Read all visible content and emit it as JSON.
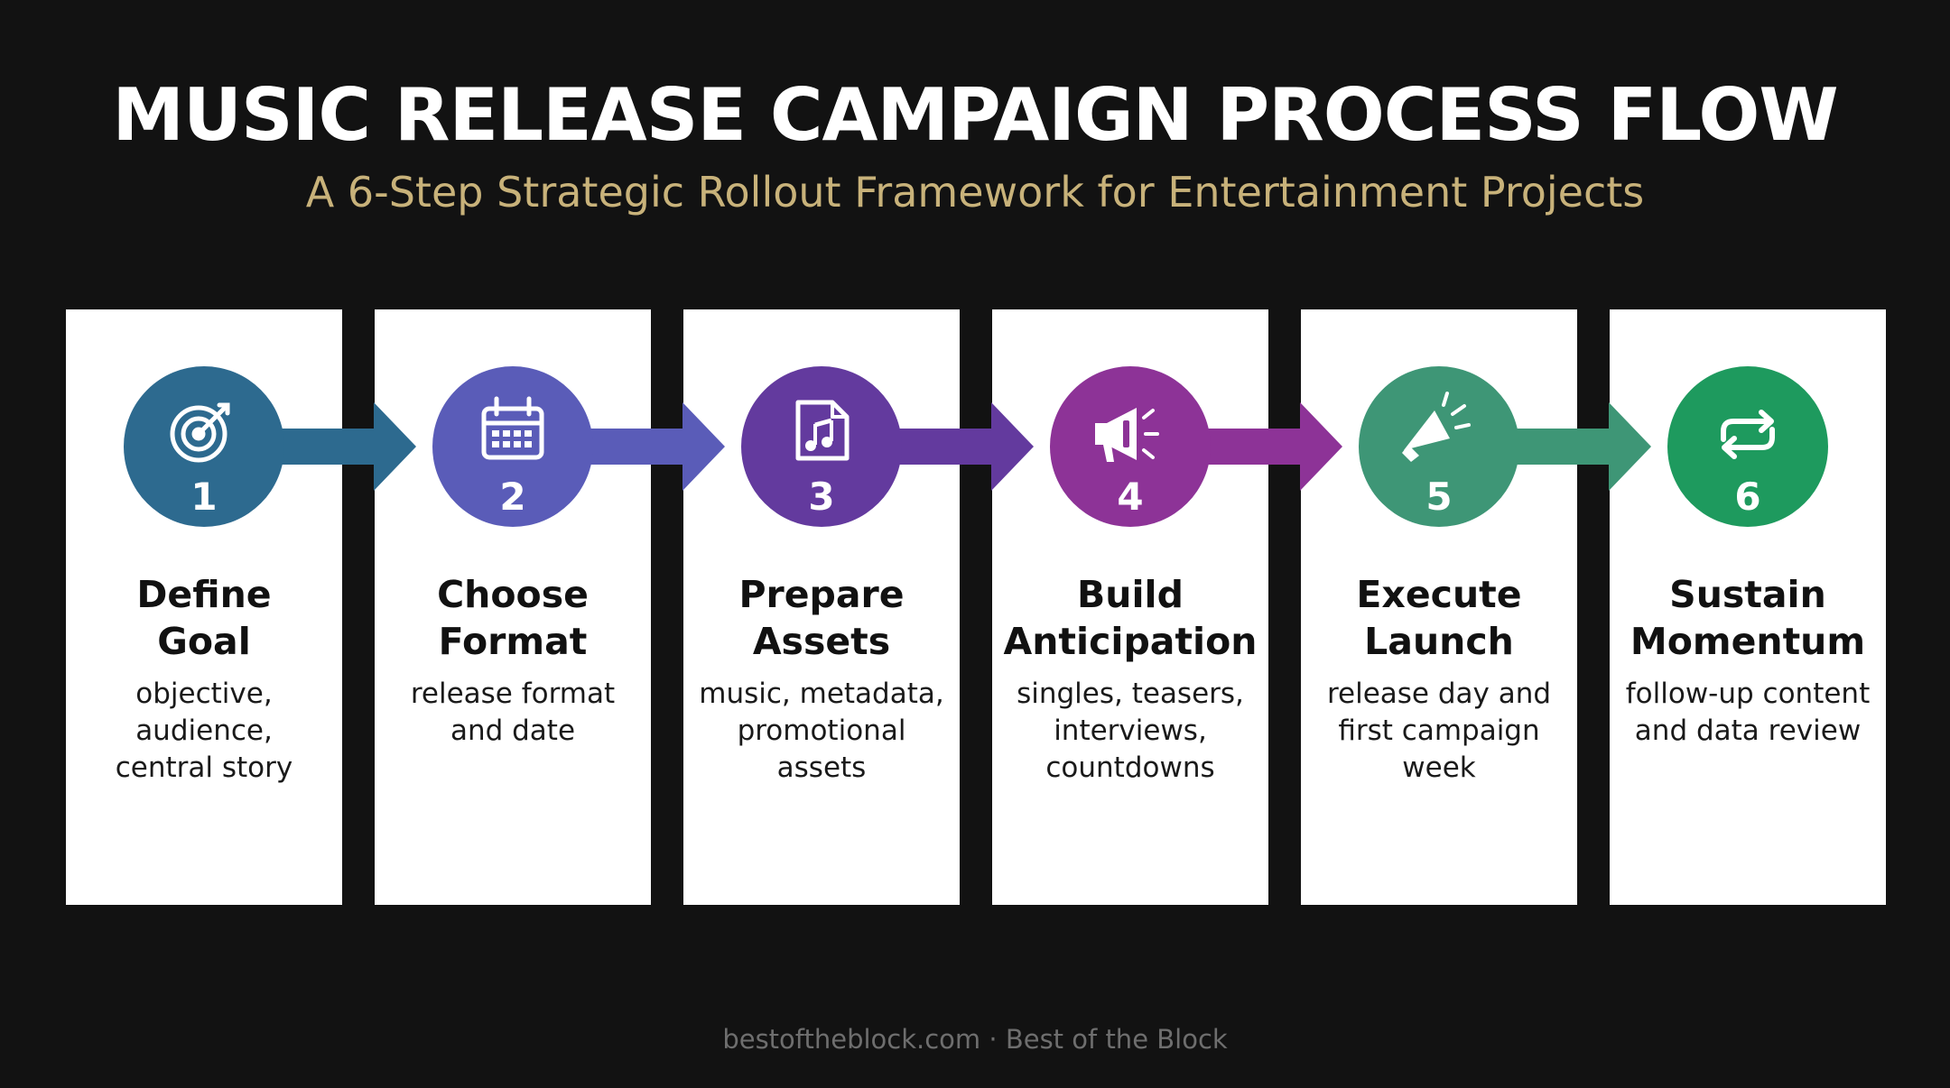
{
  "title": "MUSIC RELEASE CAMPAIGN PROCESS FLOW",
  "subtitle": "A 6-Step Strategic Rollout Framework for Entertainment Projects",
  "footer": "bestoftheblock.com · Best of the Block",
  "steps": [
    {
      "number": "1",
      "icon": "target-icon",
      "color": "#2d6a8f",
      "title": [
        "Define",
        "Goal"
      ],
      "desc": [
        "objective,",
        "audience,",
        "central story"
      ]
    },
    {
      "number": "2",
      "icon": "calendar-icon",
      "color": "#5a5cb8",
      "title": [
        "Choose",
        "Format"
      ],
      "desc": [
        "release format",
        "and date"
      ]
    },
    {
      "number": "3",
      "icon": "music-file-icon",
      "color": "#633a9e",
      "title": [
        "Prepare",
        "Assets"
      ],
      "desc": [
        "music, metadata,",
        "promotional",
        "assets"
      ]
    },
    {
      "number": "4",
      "icon": "megaphone-icon",
      "color": "#8d3397",
      "title": [
        "Build",
        "Anticipation"
      ],
      "desc": [
        "singles, teasers,",
        "interviews,",
        "countdowns"
      ]
    },
    {
      "number": "5",
      "icon": "launch-megaphone-icon",
      "color": "#3e9676",
      "title": [
        "Execute",
        "Launch"
      ],
      "desc": [
        "release day and",
        "first campaign",
        "week"
      ]
    },
    {
      "number": "6",
      "icon": "repeat-icon",
      "color": "#1e9a5e",
      "title": [
        "Sustain",
        "Momentum"
      ],
      "desc": [
        "follow-up content",
        "and data review"
      ]
    }
  ]
}
